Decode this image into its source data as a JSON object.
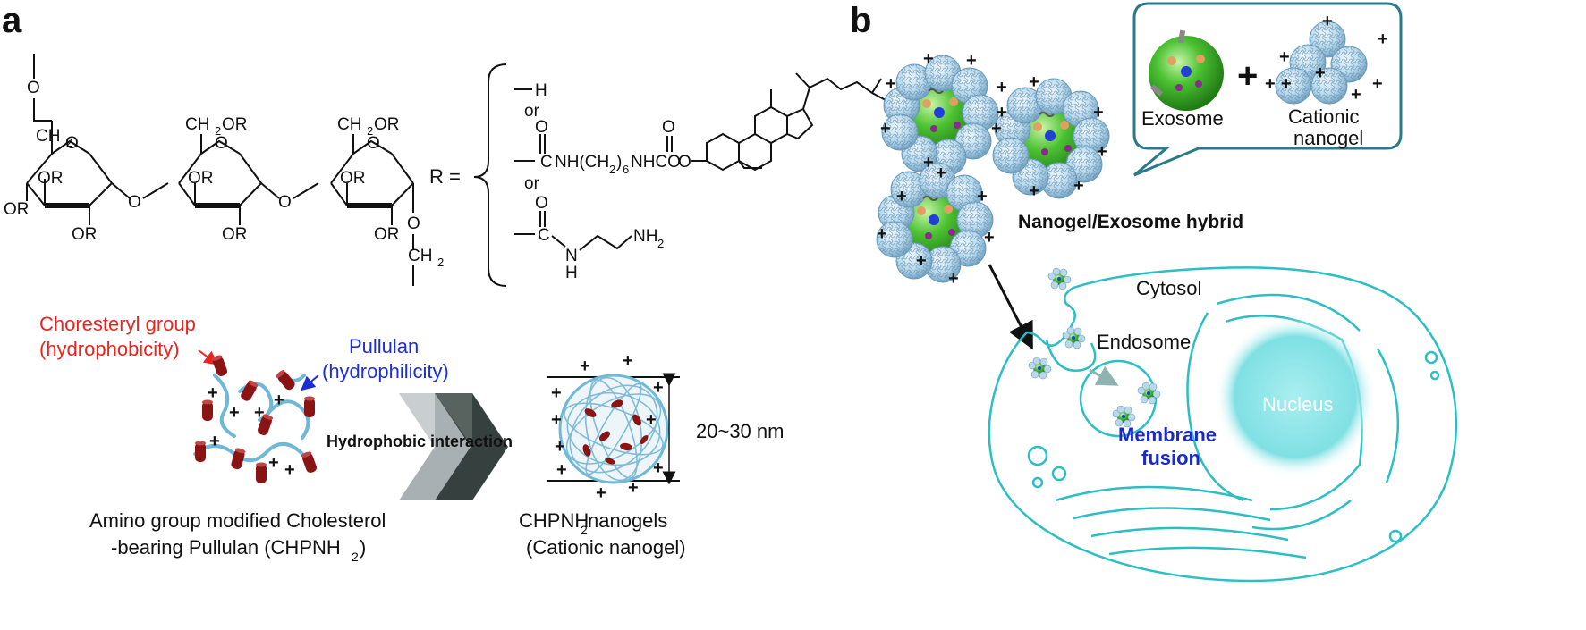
{
  "panels": {
    "a": "a",
    "b": "b"
  },
  "structure": {
    "ch2": "CH",
    "ch2_sub": "2",
    "ch2or": "CH",
    "or_suffix": "OR",
    "o": "O",
    "or": "OR",
    "r_equals": "R  =",
    "sub_h": "H",
    "or_word": "or",
    "carbamate_chain": "NH(CH",
    "carbamate_sub2": "2",
    "carbamate_close": ")",
    "carbamate_sub6": "6",
    "carbamate_end": "NHCO",
    "amine_n": "N",
    "amine_h": "H",
    "amine_nh2": "NH",
    "amine_sub2": "2"
  },
  "panel_a": {
    "cholesteryl_label_line1": "Choresteryl group",
    "cholesteryl_label_line2": "(hydrophobicity)",
    "pullulan_label_line1": "Pullulan",
    "pullulan_label_line2": "(hydrophilicity)",
    "interaction_label": "Hydrophobic interaction",
    "size_label": "20~30 nm",
    "left_caption_line1": "Amino group modified Cholesterol",
    "left_caption_line2": "-bearing Pullulan (CHPNH",
    "left_caption_sub": "2",
    "left_caption_end": ")",
    "right_caption_line1_a": "CHPNH",
    "right_caption_line1_sub": "2",
    "right_caption_line1_b": " nanogels",
    "right_caption_line2": "(Cationic nanogel)",
    "plus": "+"
  },
  "panel_b": {
    "callout_exosome": "Exosome",
    "callout_nanogel_line1": "Cationic",
    "callout_nanogel_line2": "nanogel",
    "hybrid_label": "Nanogel/Exosome hybrid",
    "cytosol": "Cytosol",
    "endosome": "Endosome",
    "nucleus": "Nucleus",
    "fusion_line1": "Membrane",
    "fusion_line2": "fusion"
  },
  "colors": {
    "red_label": "#e8251f",
    "blue_label": "#1c2fd6",
    "fusion_label": "#1a2ac9",
    "cell": "#2bbfc5",
    "exosome_green": "#4cc233",
    "nanogel_blue": "#a9cfe6",
    "polymer": "#6fb8d6",
    "cholesteryl": "#8a1414",
    "nucleus": "#7fe0e3"
  }
}
